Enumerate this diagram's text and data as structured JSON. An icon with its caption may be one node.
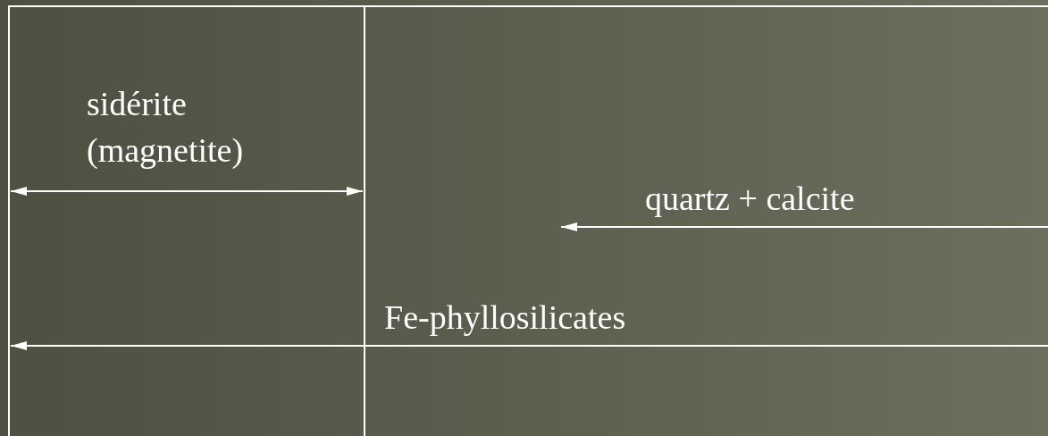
{
  "diagram": {
    "labels": [
      "sidérite (magnetite)",
      "quartz + calcite",
      "Fe-phyllosilicates"
    ]
  }
}
